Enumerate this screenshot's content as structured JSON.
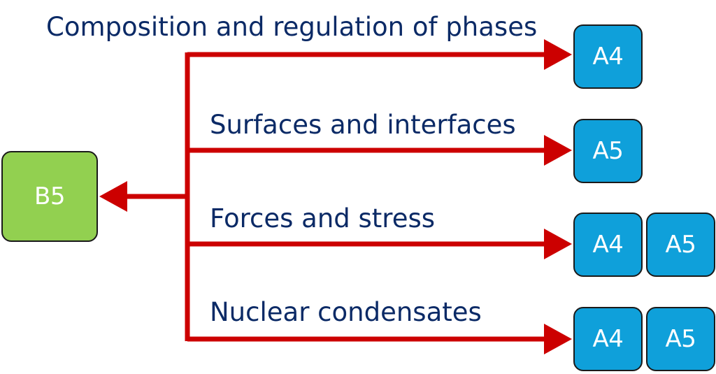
{
  "colors": {
    "arrow": "#cc0000",
    "source_box": "#92d050",
    "target_box": "#0fa0da",
    "label_text": "#0b2a66",
    "box_text": "#ffffff"
  },
  "source": {
    "label": "B5"
  },
  "branches": [
    {
      "label": "Composition and regulation of phases",
      "targets": [
        "A4"
      ]
    },
    {
      "label": "Surfaces and interfaces",
      "targets": [
        "A5"
      ]
    },
    {
      "label": "Forces and stress",
      "targets": [
        "A4",
        "A5"
      ]
    },
    {
      "label": "Nuclear condensates",
      "targets": [
        "A4",
        "A5"
      ]
    }
  ]
}
